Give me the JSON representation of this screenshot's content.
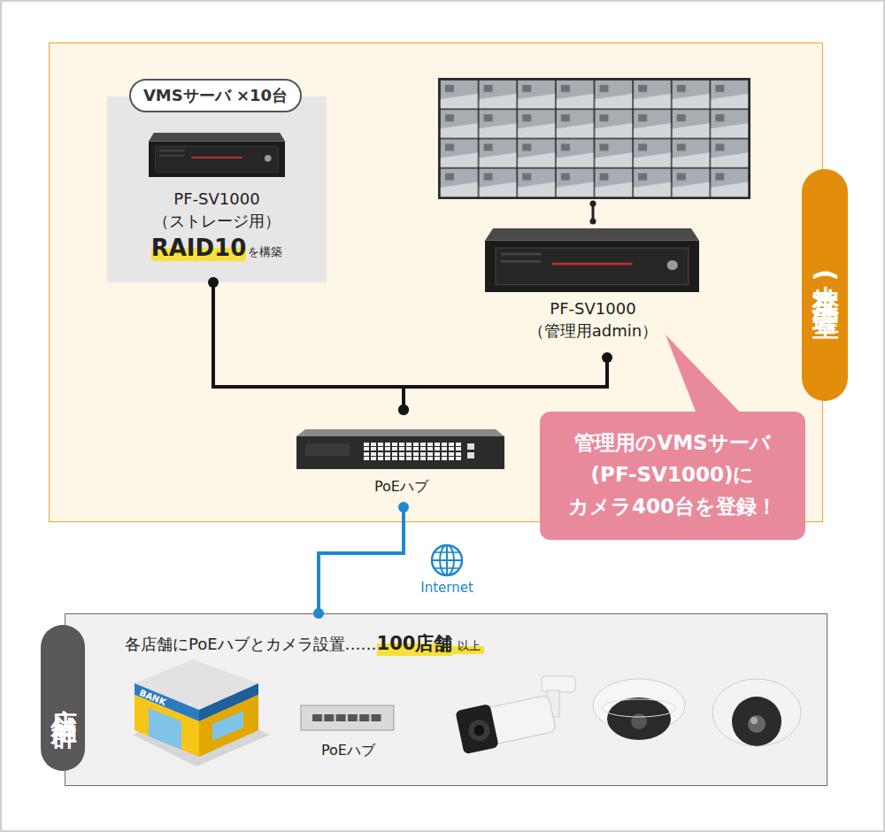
{
  "diagram": {
    "nodes": [
      {
        "text": [
          "本社(管理室)"
        ]
      },
      {
        "text": [
          "VMSサーバ ×10台",
          "PF-SV1000 （ストレージ用）",
          "RAID10",
          "を構築"
        ],
        "in": 0
      },
      {
        "text": [
          "PF-SV1000 （管理用admin）"
        ],
        "in": 0
      },
      {
        "text": [
          "PoEハブ"
        ],
        "in": 0
      },
      {
        "text": [
          "管理用のVMSサーバ (PF-SV1000)に カメラ400台を登録！"
        ]
      },
      {
        "text": [
          "店舗群",
          "各店舗にPoEハブとカメラ設置……",
          "100店舗",
          "以上"
        ]
      },
      {
        "text": [
          "PoEハブ"
        ],
        "in": 5
      }
    ],
    "edges": [
      {
        "from": 1,
        "to": 3,
        "arrow": "none"
      },
      {
        "from": 2,
        "to": 3,
        "arrow": "none"
      },
      {
        "from": 3,
        "to": 5,
        "label": "Internet",
        "arrow": "none"
      }
    ],
    "labels": [
      "BANK"
    ]
  }
}
